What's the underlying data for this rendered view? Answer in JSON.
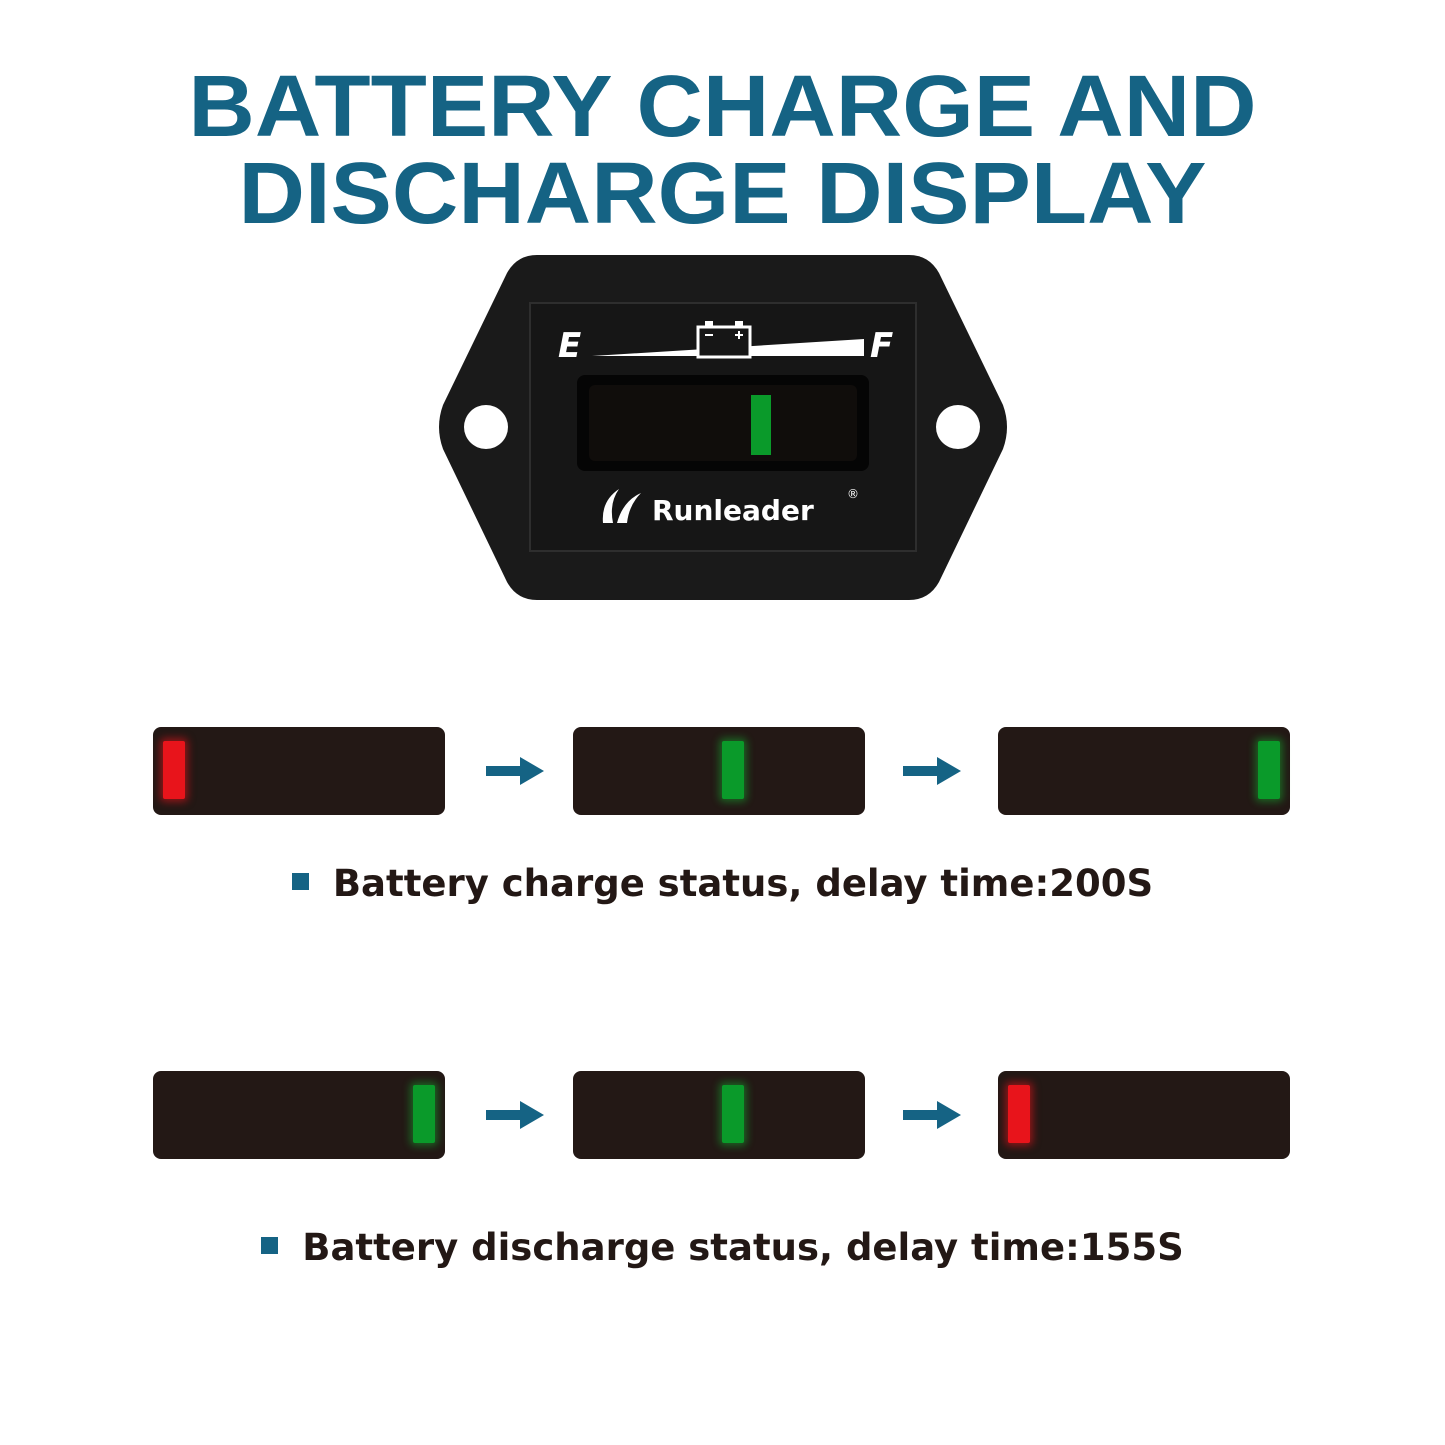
{
  "title": "BATTERY CHARGE AND DISCHARGE DISPLAY",
  "device": {
    "scale_empty": "E",
    "scale_full": "F",
    "battery_icon": "battery-icon",
    "brand": "Runleader",
    "registered_mark": "®",
    "indicator_color": "#0a9a2a"
  },
  "charge": {
    "caption": "Battery charge status, delay time:200S",
    "states": [
      {
        "level": "empty",
        "color": "red"
      },
      {
        "level": "half",
        "color": "green"
      },
      {
        "level": "full",
        "color": "green"
      }
    ]
  },
  "discharge": {
    "caption": "Battery discharge status, delay time:155S",
    "states": [
      {
        "level": "full",
        "color": "green"
      },
      {
        "level": "half",
        "color": "green"
      },
      {
        "level": "empty",
        "color": "red"
      }
    ]
  },
  "colors": {
    "accent": "#156384",
    "panel": "#231815",
    "led_red": "#e8141b",
    "led_green": "#0a9a2a",
    "text": "#231815"
  },
  "icons": [
    "battery-icon",
    "runleader-logo-icon",
    "arrow-right-icon",
    "bullet-square-icon"
  ]
}
